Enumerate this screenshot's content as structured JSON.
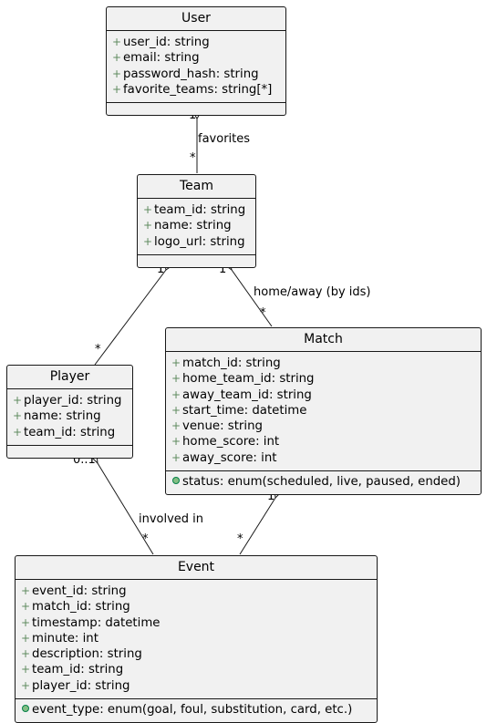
{
  "classes": {
    "user": {
      "name": "User",
      "attributes": [
        "user_id: string",
        "email: string",
        "password_hash: string",
        "favorite_teams: string[*]"
      ],
      "methods": []
    },
    "team": {
      "name": "Team",
      "attributes": [
        "team_id: string",
        "name: string",
        "logo_url: string"
      ],
      "methods": []
    },
    "player": {
      "name": "Player",
      "attributes": [
        "player_id: string",
        "name: string",
        "team_id: string"
      ],
      "methods": []
    },
    "match": {
      "name": "Match",
      "attributes": [
        "match_id: string",
        "home_team_id: string",
        "away_team_id: string",
        "start_time: datetime",
        "venue: string",
        "home_score: int",
        "away_score: int"
      ],
      "methods": [
        "status: enum(scheduled, live, paused, ended)"
      ]
    },
    "event": {
      "name": "Event",
      "attributes": [
        "event_id: string",
        "match_id: string",
        "timestamp: datetime",
        "minute: int",
        "description: string",
        "team_id: string",
        "player_id: string"
      ],
      "methods": [
        "event_type: enum(goal, foul, substitution, card, etc.)"
      ]
    }
  },
  "relations": {
    "user_team": {
      "label": "favorites",
      "from_mult": "1",
      "to_mult": "*"
    },
    "team_player": {
      "label": "",
      "from_mult": "1",
      "to_mult": "*"
    },
    "team_match": {
      "label": "home/away (by ids)",
      "from_mult": "1",
      "to_mult": "*"
    },
    "player_event": {
      "label": "involved in",
      "from_mult": "0..1",
      "to_mult": "*"
    },
    "match_event": {
      "label": "",
      "from_mult": "1",
      "to_mult": "*"
    }
  },
  "visibility_symbol": "+",
  "colors": {
    "box_fill": "#f1f1f1",
    "border": "#181818",
    "method_dot": "#84be84"
  }
}
